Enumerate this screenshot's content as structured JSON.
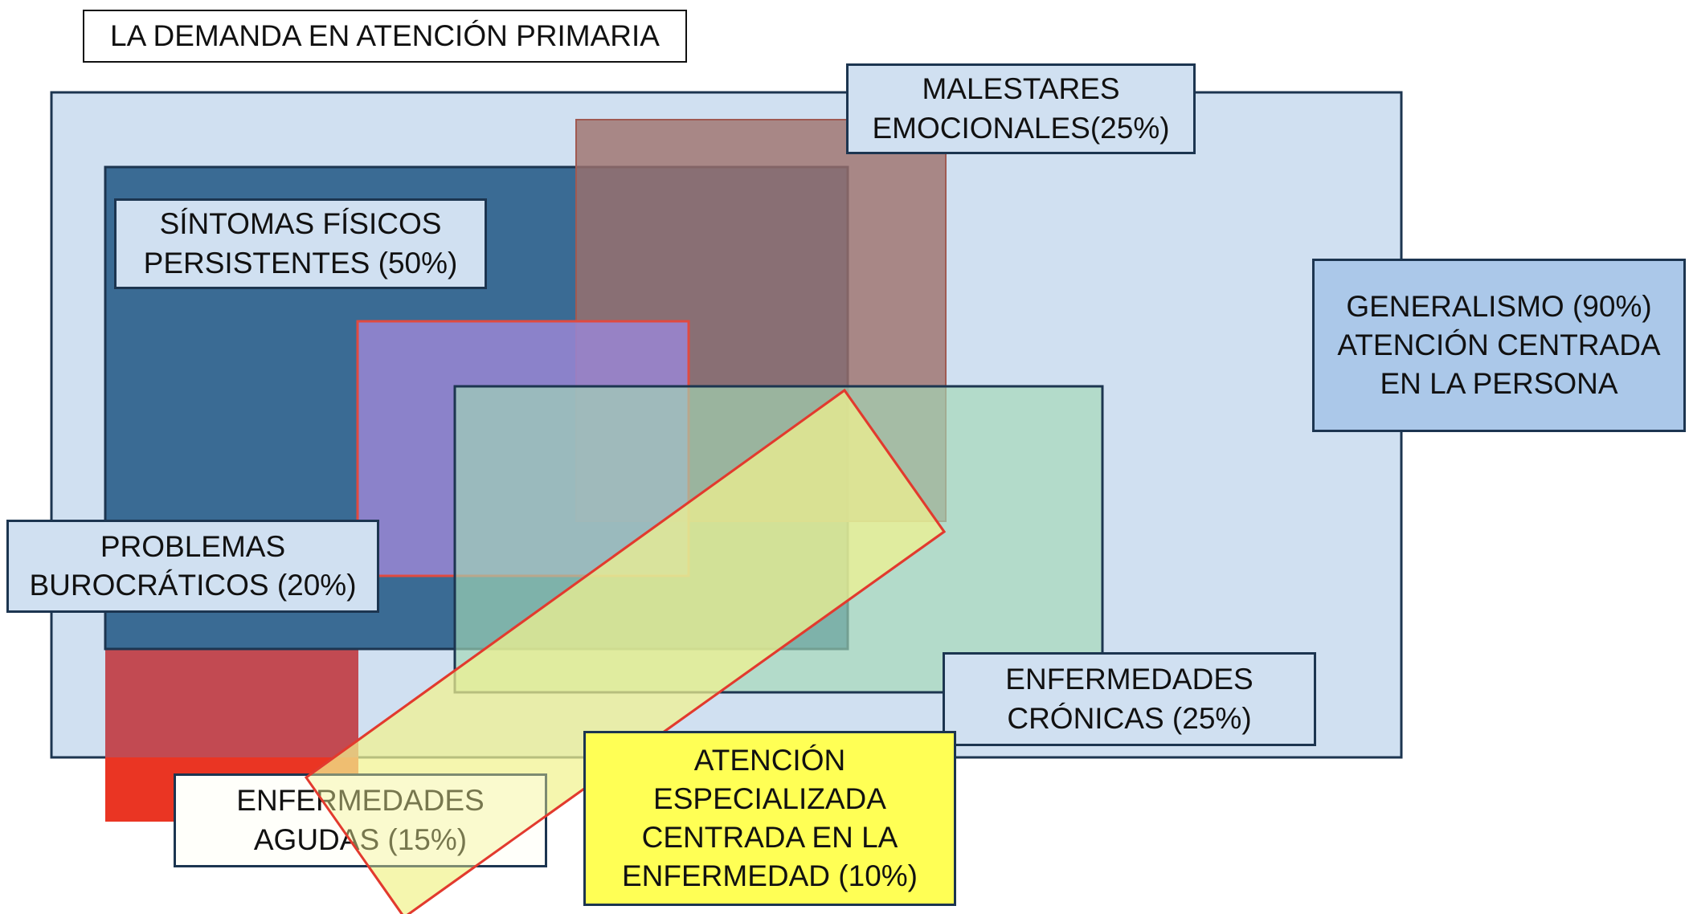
{
  "title": "LA DEMANDA EN ATENCIÓN PRIMARIA",
  "labels": {
    "malestares": {
      "line1": "MALESTARES",
      "line2": "EMOCIONALES(25%)"
    },
    "sintomas": {
      "line1": "SÍNTOMAS FÍSICOS",
      "line2": "PERSISTENTES (50%)"
    },
    "generalismo": {
      "line1": "GENERALISMO (90%)",
      "line2": "ATENCIÓN CENTRADA",
      "line3": "EN LA PERSONA"
    },
    "problemas": {
      "line1": "PROBLEMAS",
      "line2": "BUROCRÁTICOS (20%)"
    },
    "cronicas": {
      "line1": "ENFERMEDADES",
      "line2": "CRÓNICAS (25%)"
    },
    "agudas": {
      "line1": "ENFERMEDADES",
      "line2": "AGUDAS (15%)"
    },
    "especializada": {
      "line1": "ATENCIÓN",
      "line2": "ESPECIALIZADA",
      "line3": "CENTRADA EN LA",
      "line4": "ENFERMEDAD (10%)"
    }
  },
  "colors": {
    "primary_care_bg": "#d0e0f1",
    "frame_border": "#1c3550",
    "sintomas_fill": "#3a6b94",
    "emocionales_fill": "#9d716c",
    "burocraticos_fill": "#8e7cc6",
    "cronicas_fill": "#7fbf98",
    "agudas_fill": "#c24a52",
    "agudas_red": "#ea3523",
    "especializada_fill": "#ffff55",
    "generalismo_fill": "#abc8e9",
    "outline_red": "#e23a2e"
  }
}
